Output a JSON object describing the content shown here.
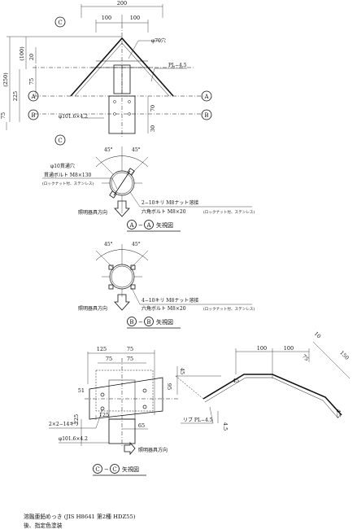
{
  "marks": {
    "c": "C",
    "a": "A",
    "b": "B"
  },
  "top_view": {
    "dim_200": "200",
    "dim_100_left": "100",
    "dim_100_right": "100",
    "dim_100_paren": "(100)",
    "dim_250_paren": "(250)",
    "dim_20": "20",
    "dim_75": "75",
    "dim_225": "225",
    "dim_75_lower": "75",
    "dim_70": "70",
    "dim_30": "30",
    "hole_label": "φ70穴",
    "plate_label": "PL−4.5",
    "pipe_label": "φ101.6×4.2"
  },
  "section_aa": {
    "angle_left": "45°",
    "angle_right": "45°",
    "hole_label": "φ10貫通穴",
    "bolt_label": "貫通ボルト M8×130",
    "bolt_note": "(ロックナット付、ステンレス)",
    "weld_label": "2−10キリ M8ナット溶接",
    "hex_bolt_label": "六角ボルト M8×20",
    "hex_bolt_note": "(ロックナット付、ステンレス)",
    "direction_label": "照明器具方向",
    "title_mark": "A",
    "title_sep": "−",
    "title_text": "矢視図"
  },
  "section_bb": {
    "angle_left": "45°",
    "angle_right": "45°",
    "weld_label": "4−10キリ M8ナット溶接",
    "hex_bolt_label": "六角ボルト M8×20",
    "hex_bolt_note": "(ロックナット付、ステンレス)",
    "direction_label": "照明器具方向",
    "title_mark": "B",
    "title_sep": "−",
    "title_text": "矢視図"
  },
  "section_cc": {
    "dim_125_top": "125",
    "dim_75_top": "75",
    "dim_75_top2": "75",
    "dim_75_inner": "75",
    "dim_45": "45",
    "dim_51": "51",
    "dim_95": "95",
    "dim_225": "225",
    "dim_125_bottom": "125",
    "dim_65": "65",
    "rib_label": "2×2−14キリ",
    "pipe_label": "φ101.6×4.2",
    "direction_label": "照明器具方向",
    "title_mark": "C",
    "title_sep": "−",
    "title_text": "矢視図"
  },
  "rib_detail": {
    "dim_100_left": "100",
    "dim_100_right": "100",
    "dim_10": "10",
    "dim_150": "150",
    "dim_75": "75",
    "dim_45": "45",
    "dim_45_bottom": "4.5",
    "dim_45_right": "4.5",
    "rib_label": "リブ PL−4.5"
  },
  "notes": {
    "line1": "溶融亜鉛めっき (JIS H8641 第2種 HDZ55)",
    "line2": "後、指定色塗装"
  }
}
